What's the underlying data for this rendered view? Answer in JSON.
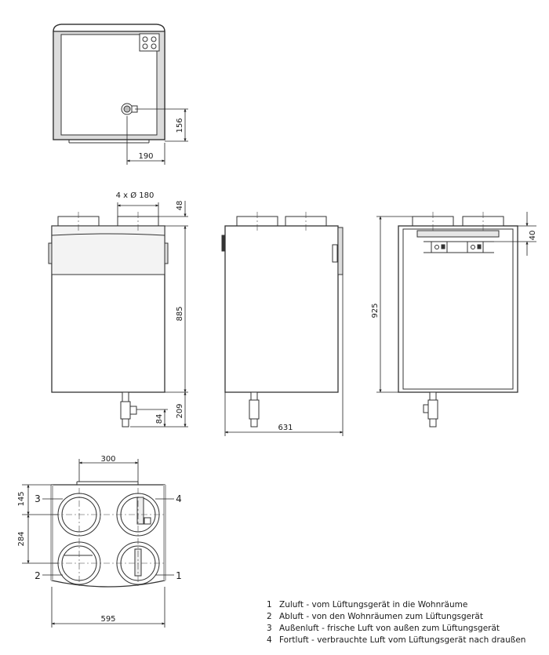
{
  "dimensions": {
    "top_view_offset_y": "156",
    "top_view_offset_x": "190",
    "duct_diameter": "4 x Ø 180",
    "duct_height": "48",
    "body_height": "885",
    "drain_height": "209",
    "drain_offset": "84",
    "depth": "631",
    "total_height": "925",
    "bracket_height": "40",
    "duct_spacing_x": "300",
    "duct_offset_top": "145",
    "duct_spacing_y": "284",
    "width": "595"
  },
  "callouts": {
    "c1": "1",
    "c2": "2",
    "c3": "3",
    "c4": "4"
  },
  "legend": [
    {
      "num": "1",
      "text": "Zuluft - vom Lüftungsgerät in die Wohnräume"
    },
    {
      "num": "2",
      "text": "Abluft - von den Wohnräumen zum Lüftungsgerät"
    },
    {
      "num": "3",
      "text": "Außenluft - frische Luft von außen zum Lüftungsgerät"
    },
    {
      "num": "4",
      "text": "Fortluft - verbrauchte Luft vom Lüftungsgerät nach draußen"
    }
  ]
}
